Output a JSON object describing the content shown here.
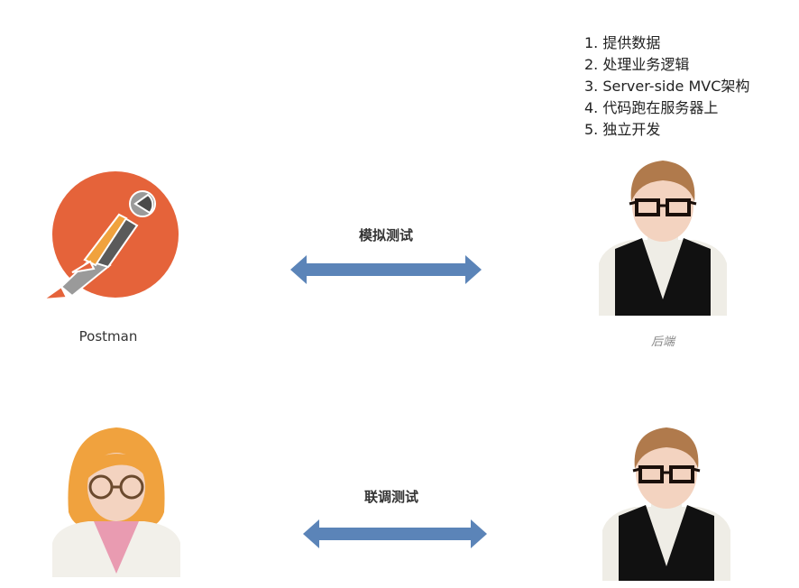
{
  "backend_duties": {
    "items": [
      "1. 提供数据",
      "2. 处理业务逻辑",
      "3. Server-side MVC架构",
      "4. 代码跑在服务器上",
      "5. 独立开发"
    ]
  },
  "top_row": {
    "left_label": "Postman",
    "arrow_label": "模拟测试",
    "right_label": "后端"
  },
  "bottom_row": {
    "arrow_label": "联调测试"
  },
  "colors": {
    "arrow": "#5b84b8",
    "postman_orange": "#e5633a",
    "hair_brown": "#b07a4c",
    "hair_orange": "#f0a23e",
    "vest_black": "#111111",
    "skin": "#f3d3c0",
    "shirt": "#efede6",
    "scarf_pink": "#e99bb1"
  }
}
